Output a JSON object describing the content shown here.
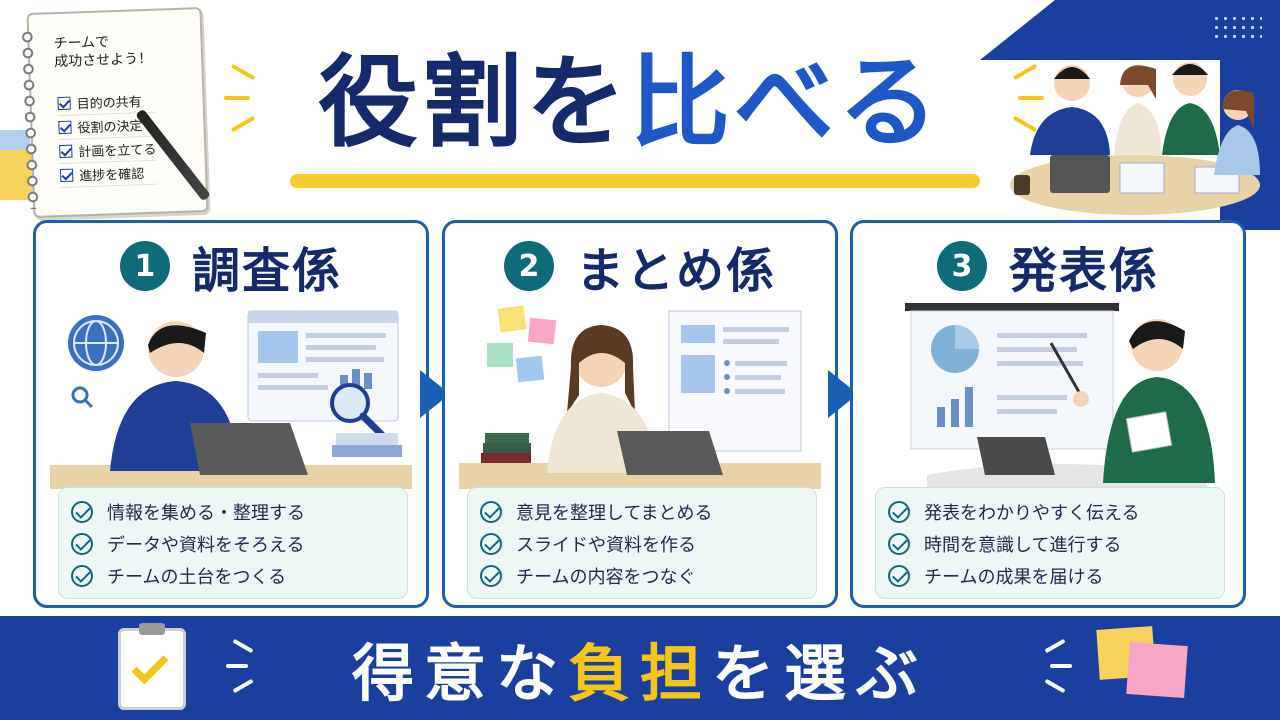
{
  "title": {
    "part1": "役割を",
    "part2": "比べる"
  },
  "notebook": {
    "title_line1": "チームで",
    "title_line2": "成功させよう！",
    "items": [
      "目的の共有",
      "役割の決定",
      "計画を立てる",
      "進捗を確認"
    ]
  },
  "cards": [
    {
      "number": "1",
      "role": "調査係",
      "points": [
        "情報を集める・整理する",
        "データや資料をそろえる",
        "チームの土台をつくる"
      ]
    },
    {
      "number": "2",
      "role": "まとめ係",
      "points": [
        "意見を整理してまとめる",
        "スライドや資料を作る",
        "チームの内容をつなぐ"
      ]
    },
    {
      "number": "3",
      "role": "発表係",
      "points": [
        "発表をわかりやすく伝える",
        "時間を意識して進行する",
        "チームの成果を届ける"
      ]
    }
  ],
  "banner": {
    "part1": "得意な",
    "highlight": "負担",
    "part2": "を選ぶ"
  },
  "colors": {
    "navy": "#142a6b",
    "blue": "#1f57c8",
    "banner": "#1a3f9e",
    "teal": "#0f6a7a",
    "yellow": "#f5c518"
  }
}
